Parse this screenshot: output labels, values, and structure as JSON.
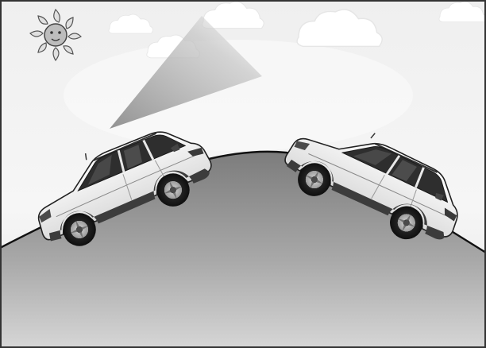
{
  "illustration": {
    "subject": "hill-crest-driving",
    "icons": [
      "sun-icon",
      "cloud-icon"
    ],
    "vehicles": [
      "car-uphill",
      "car-downhill"
    ],
    "colors": {
      "sky_top": "#f2f2f2",
      "sky_bottom": "#e2e2e2",
      "hill_top": "#8a8a8a",
      "hill_bottom": "#d4d4d4",
      "car_body": "#f4f4f4",
      "car_dark": "#3a3a3a",
      "outline": "#222222",
      "beam": "#9a9a9a"
    }
  }
}
